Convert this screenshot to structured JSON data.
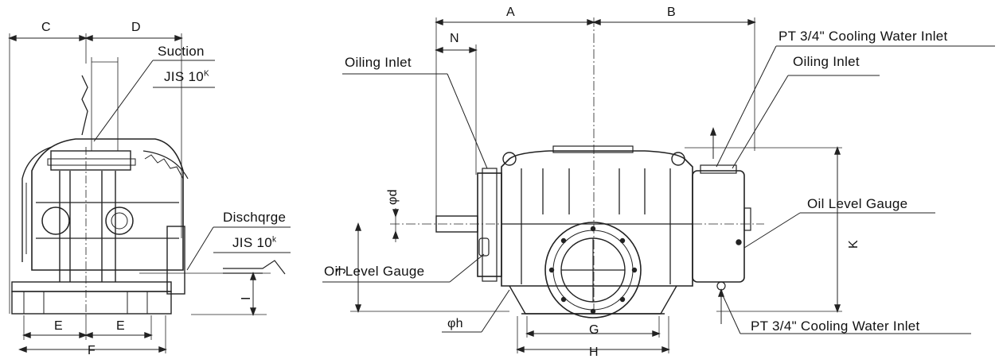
{
  "dimensions": {
    "A": "A",
    "B": "B",
    "C": "C",
    "D": "D",
    "E": "E",
    "F": "F",
    "G": "G",
    "H": "H",
    "I": "I",
    "J": "J",
    "K": "K",
    "N": "N",
    "phi_d": "φd",
    "phi_h": "φh"
  },
  "left_view": {
    "suction_label": "Suction",
    "suction_spec": "JIS 10",
    "suction_spec_sup": "K",
    "discharge_label": "Dischqrge",
    "discharge_spec": "JIS 10",
    "discharge_spec_sup": "k"
  },
  "right_view": {
    "oiling_inlet_left": "Oiling  Inlet",
    "cooling_water_inlet_top": "PT  3/4\" Cooling  Water  Inlet",
    "oiling_inlet_right": "Oiling  Inlet",
    "oil_level_gauge_right": "Oil   Level   Gauge",
    "oil_level_gauge_left": "Oil  Level  Gauge",
    "cooling_water_inlet_bottom": "PT  3/4\" Cooling  Water  Inlet"
  }
}
